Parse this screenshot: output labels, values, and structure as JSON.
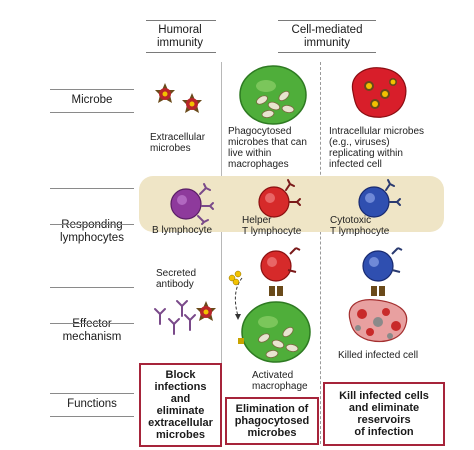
{
  "columns": {
    "humoral": "Humoral\nimmunity",
    "cell_mediated": "Cell-mediated\nimmunity"
  },
  "rows": {
    "microbe": "Microbe",
    "responding": "Responding\nlymphocytes",
    "effector": "Effector\nmechanism",
    "functions": "Functions"
  },
  "microbe_row": {
    "extracellular": "Extracellular\nmicrobes",
    "phagocytosed": "Phagocytosed\nmicrobes that can\nlive within\nmacrophages",
    "intracellular": "Intracellular microbes\n(e.g., viruses)\nreplicating within\ninfected cell"
  },
  "lymphocyte_row": {
    "b_cell": "B lymphocyte",
    "helper": "Helper\nT lymphocyte",
    "cytotoxic": "Cytotoxic\nT lymphocyte"
  },
  "effector_row": {
    "antibody": "Secreted\nantibody",
    "macrophage": "Activated\nmacrophage",
    "killed": "Killed infected cell"
  },
  "functions_row": {
    "humoral": "Block\ninfections\nand\neliminate\nextracellular\nmicrobes",
    "helper": "Elimination of\nphagocytosed\nmicrobes",
    "cytotoxic": "Kill infected cells\nand eliminate\nreservoirs\nof infection"
  },
  "colors": {
    "function_border": "#a6243a",
    "band": "#efe5c6",
    "b_cell": "#8e3a9c",
    "helper_cell": "#d62a2a",
    "cytotoxic_cell": "#2f4fb0",
    "macrophage": "#4fae3a",
    "microbe": "#8a1f1f"
  }
}
